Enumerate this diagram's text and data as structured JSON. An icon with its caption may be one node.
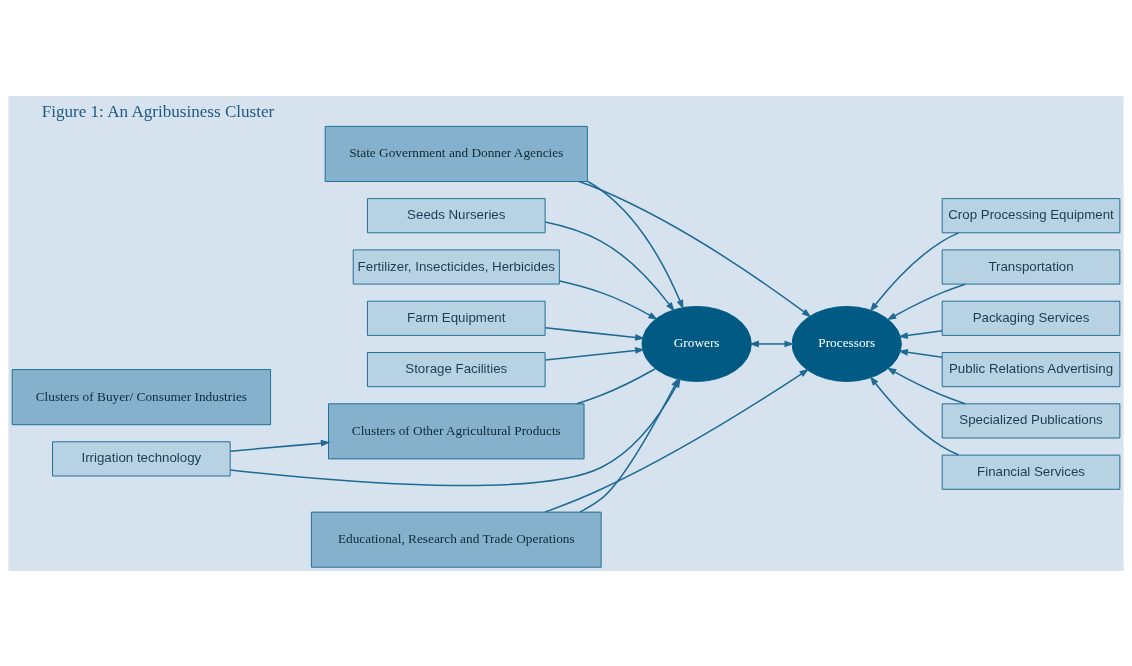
{
  "diagram": {
    "title": "Figure 1: An Agribusiness Cluster",
    "nodes": [
      {
        "text": [
          "Seeds Nurseries"
        ]
      },
      {
        "text": [
          "Fertilizer, Insecticides, Herbicides"
        ]
      },
      {
        "text": [
          "Farm Equipment"
        ]
      },
      {
        "text": [
          "Storage Facilities"
        ]
      },
      {
        "text": [
          "Irrigation technology"
        ]
      },
      {
        "text": [
          "Clusters of Other Agricultural Products"
        ]
      },
      {
        "text": [
          "Clusters of Buyer/ Consumer Industries"
        ]
      },
      {
        "text": [
          "State Government and Donner Agencies"
        ]
      },
      {
        "text": [
          "Growers"
        ]
      },
      {
        "text": [
          "Processors"
        ]
      },
      {
        "text": [
          "Educational, Research and Trade Operations"
        ]
      },
      {
        "text": [
          "Crop Processing Equipment"
        ]
      },
      {
        "text": [
          "Transportation"
        ]
      },
      {
        "text": [
          "Packaging Services"
        ]
      },
      {
        "text": [
          "Public Relations Advertising"
        ]
      },
      {
        "text": [
          "Specialized Publications"
        ]
      },
      {
        "text": [
          "Financial Services"
        ]
      }
    ],
    "edges": [
      {
        "from": 0,
        "to": 8,
        "arrow": "to"
      },
      {
        "from": 1,
        "to": 8,
        "arrow": "to"
      },
      {
        "from": 2,
        "to": 8,
        "arrow": "to"
      },
      {
        "from": 3,
        "to": 8,
        "arrow": "to"
      },
      {
        "from": 4,
        "to": 8,
        "arrow": "to"
      },
      {
        "from": 4,
        "to": 5,
        "arrow": "to"
      },
      {
        "from": 5,
        "to": 8,
        "arrow": "none"
      },
      {
        "from": 7,
        "to": 8,
        "arrow": "to"
      },
      {
        "from": 7,
        "to": 9,
        "arrow": "to"
      },
      {
        "from": 8,
        "to": 9,
        "arrow": "both"
      },
      {
        "from": 10,
        "to": 8,
        "arrow": "to"
      },
      {
        "from": 10,
        "to": 9,
        "arrow": "to"
      },
      {
        "from": 11,
        "to": 9,
        "arrow": "to"
      },
      {
        "from": 12,
        "to": 9,
        "arrow": "to"
      },
      {
        "from": 13,
        "to": 9,
        "arrow": "to"
      },
      {
        "from": 14,
        "to": 9,
        "arrow": "to"
      },
      {
        "from": 15,
        "to": 9,
        "arrow": "to"
      },
      {
        "from": 16,
        "to": 9,
        "arrow": "to"
      }
    ]
  }
}
